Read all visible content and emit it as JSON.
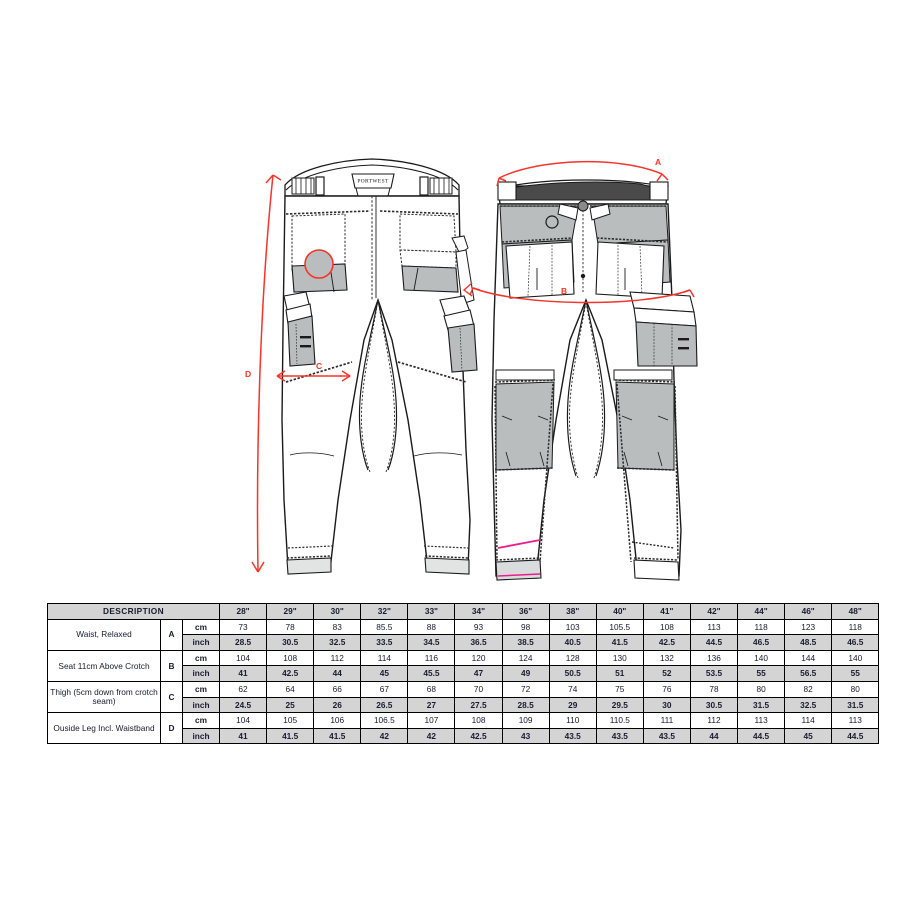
{
  "drawing": {
    "brand_label": "PORTWEST",
    "front_view_name": "front-view-trousers",
    "back_view_name": "back-view-trousers",
    "markers": {
      "a": "A",
      "b": "B",
      "c": "C",
      "d": "D"
    },
    "colors": {
      "fabric_shade": "#b9bdbe",
      "outline": "#1a1a1a",
      "measure_line": "#f5342a",
      "accent_stitch": "#ec1c8e"
    }
  },
  "size_chart": {
    "description_header": "DESCRIPTION",
    "sizes": [
      "28\"",
      "29\"",
      "30\"",
      "32\"",
      "33\"",
      "34\"",
      "36\"",
      "38\"",
      "40\"",
      "41\"",
      "42\"",
      "44\"",
      "46\"",
      "48\""
    ],
    "units": {
      "cm": "cm",
      "inch": "inch"
    },
    "rows": [
      {
        "description": "Waist, Relaxed",
        "letter": "A",
        "cm": [
          "73",
          "78",
          "83",
          "85.5",
          "88",
          "93",
          "98",
          "103",
          "105.5",
          "108",
          "113",
          "118",
          "123",
          "118"
        ],
        "inch": [
          "28.5",
          "30.5",
          "32.5",
          "33.5",
          "34.5",
          "36.5",
          "38.5",
          "40.5",
          "41.5",
          "42.5",
          "44.5",
          "46.5",
          "48.5",
          "46.5"
        ]
      },
      {
        "description": "Seat 11cm Above Crotch",
        "letter": "B",
        "cm": [
          "104",
          "108",
          "112",
          "114",
          "116",
          "120",
          "124",
          "128",
          "130",
          "132",
          "136",
          "140",
          "144",
          "140"
        ],
        "inch": [
          "41",
          "42.5",
          "44",
          "45",
          "45.5",
          "47",
          "49",
          "50.5",
          "51",
          "52",
          "53.5",
          "55",
          "56.5",
          "55"
        ]
      },
      {
        "description": "Thigh (5cm down from crotch seam)",
        "letter": "C",
        "cm": [
          "62",
          "64",
          "66",
          "67",
          "68",
          "70",
          "72",
          "74",
          "75",
          "76",
          "78",
          "80",
          "82",
          "80"
        ],
        "inch": [
          "24.5",
          "25",
          "26",
          "26.5",
          "27",
          "27.5",
          "28.5",
          "29",
          "29.5",
          "30",
          "30.5",
          "31.5",
          "32.5",
          "31.5"
        ]
      },
      {
        "description": "Ouside Leg Incl. Waistband",
        "letter": "D",
        "cm": [
          "104",
          "105",
          "106",
          "106.5",
          "107",
          "108",
          "109",
          "110",
          "110.5",
          "111",
          "112",
          "113",
          "114",
          "113"
        ],
        "inch": [
          "41",
          "41.5",
          "41.5",
          "42",
          "42",
          "42.5",
          "43",
          "43.5",
          "43.5",
          "43.5",
          "44",
          "44.5",
          "45",
          "44.5"
        ]
      }
    ]
  }
}
